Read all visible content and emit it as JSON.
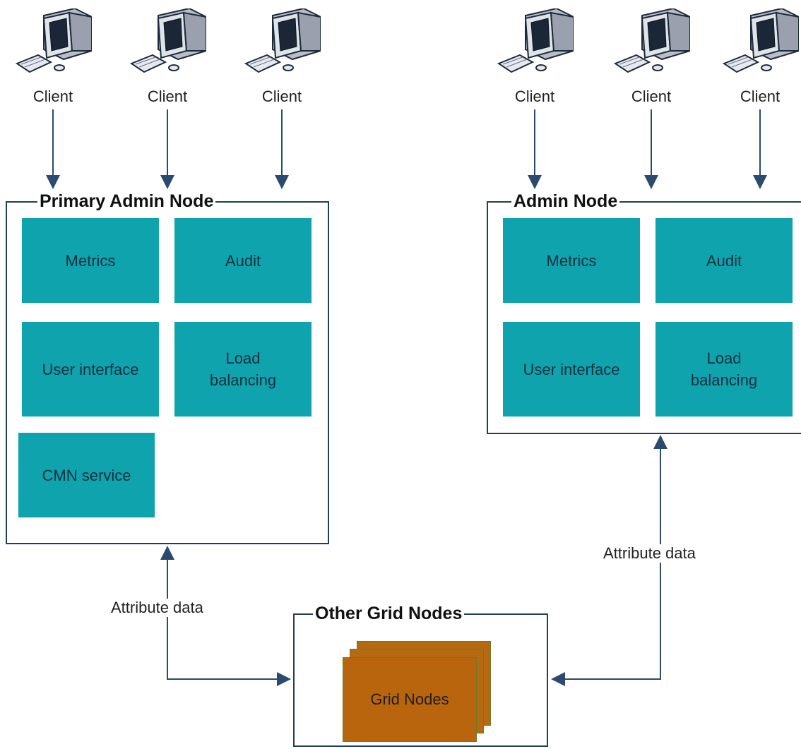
{
  "clients": [
    "Client",
    "Client",
    "Client",
    "Client",
    "Client",
    "Client"
  ],
  "primary_admin": {
    "title": "Primary Admin Node",
    "tiles": [
      "Metrics",
      "Audit",
      "User interface",
      "Load\nbalancing",
      "CMN service"
    ]
  },
  "admin": {
    "title": "Admin Node",
    "tiles": [
      "Metrics",
      "Audit",
      "User interface",
      "Load\nbalancing"
    ]
  },
  "other_grid": {
    "title": "Other Grid Nodes",
    "card_label": "Grid Nodes"
  },
  "edge_labels": {
    "left": "Attribute data",
    "right": "Attribute data"
  },
  "colors": {
    "tile": "#0fa3ad",
    "grid_node": "#b9650e",
    "frame": "#233e5c",
    "arrow": "#2c4a6e"
  },
  "icons": {
    "client": "computer-workstation-icon"
  }
}
